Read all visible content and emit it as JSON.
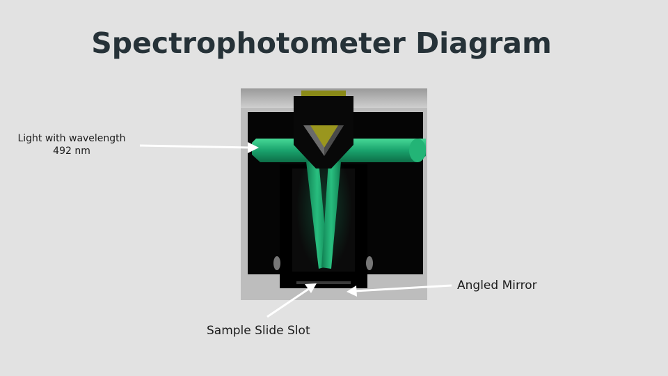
{
  "slide": {
    "title": "Spectrophotometer Diagram",
    "background_color": "#e2e2e2",
    "title_color": "#263238"
  },
  "figure": {
    "beam_color": "#1aa36d",
    "casing_color": "#0a0a0a",
    "housing_color": "#b5b5b5",
    "filter_color": "#8a8a18"
  },
  "callouts": {
    "light": {
      "line1": "Light with wavelength",
      "line2": "492 nm"
    },
    "mirror": "Angled Mirror",
    "slot": "Sample Slide Slot"
  }
}
